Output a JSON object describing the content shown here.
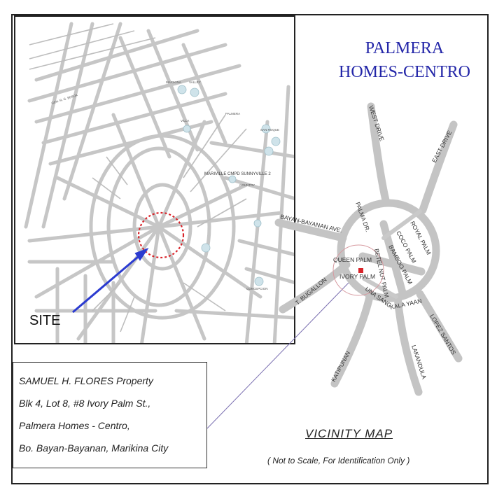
{
  "title": {
    "line1": "PALMERA",
    "line2": "HOMES-CENTRO"
  },
  "inset_map": {
    "site_label": "SITE",
    "district_label": "MARIVILLE CMPD SUNNYVILLE 2",
    "road_label": "GEN. R. G. BORJA"
  },
  "owner": {
    "line1": "SAMUEL H. FLORES  Property",
    "line2": "Blk 4, Lot 8, #8 Ivory Palm St.,",
    "line3": "Palmera Homes - Centro,",
    "line4": "Bo. Bayan-Bayanan, Marikina City"
  },
  "vicinity": {
    "title": "VICINITY MAP",
    "note": "( Not to Scale, For Identification Only )",
    "roads": {
      "west_drive": "WEST DRIVE",
      "east_drive": "EAST DRIVE",
      "bayan_bayanan": "BAYAN-BAYANAN AVE.",
      "palma_dr": "PALMA DR.",
      "royal_palm": "ROYAL PALM",
      "coco_palm": "COCO PALM",
      "bamboo_palm": "BAMBOO PALM",
      "betel_nut_palm": "BETEL NUT PALM",
      "queen_palm": "QUEEN PALM",
      "ivory_palm": "IVORY PALM",
      "t_bugallon": "T. BUGALLON",
      "una_sang": "UNA SANG",
      "kala_yaan": "KALA YAAN",
      "lopez_santos": "LOPEZ SANTOS",
      "lakandula": "LAKANDULA",
      "katipunan": "KATIPUNAN"
    }
  },
  "colors": {
    "title": "#2326a8",
    "site_arrow": "#2b3bd0",
    "site_circle": "#d8242a",
    "site_marker": "#d8242a",
    "roads": "#c4c4c4",
    "parks": "#cfe3ea"
  }
}
